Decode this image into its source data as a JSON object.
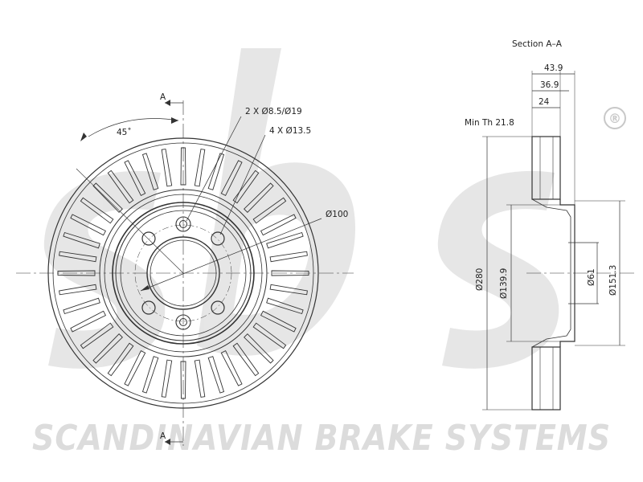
{
  "section_title": "Section A–A",
  "section_marker_top": "A",
  "section_marker_bottom": "A",
  "angle_label": "45˚",
  "holes_label_1": "2 X Ø8.5/Ø19",
  "holes_label_2": "4 X Ø13.5",
  "pcd_label": "Ø100",
  "dim_total_width": "43.9",
  "dim_hat_width": "36.9",
  "dim_thickness": "24",
  "min_thickness": "Min Th 21.8",
  "dim_outer_diameter": "Ø280",
  "dim_hat_diameter": "Ø139.9",
  "dim_bore_diameter": "Ø61",
  "dim_hub_diameter": "Ø151.3",
  "watermark_logo": "sbs",
  "watermark_text": "SCANDINAVIAN BRAKE SYSTEMS",
  "registered_mark": "®",
  "colors": {
    "line": "#333333",
    "watermark": "#dcdcdc"
  }
}
